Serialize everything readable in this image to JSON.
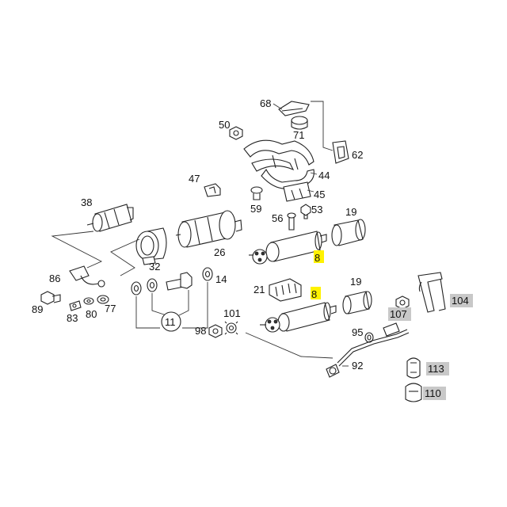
{
  "labels": {
    "l68": "68",
    "l50": "50",
    "l71": "71",
    "l62": "62",
    "l44": "44",
    "l47": "47",
    "l45": "45",
    "l59": "59",
    "l56": "56",
    "l53": "53",
    "l38": "38",
    "l19a": "19",
    "l26": "26",
    "l8a": "8",
    "l32": "32",
    "l86": "86",
    "l14": "14",
    "l21": "21",
    "l19b": "19",
    "l8b": "8",
    "l89": "89",
    "l83": "83",
    "l80": "80",
    "l77": "77",
    "l11": "11",
    "l98": "98",
    "l101": "101",
    "l95": "95",
    "l92": "92",
    "l104": "104",
    "l107": "107",
    "l113": "113",
    "l110": "110"
  },
  "colors": {
    "highlight": "#fff200",
    "gray_tag": "#c8c8c8",
    "line": "#222222"
  }
}
